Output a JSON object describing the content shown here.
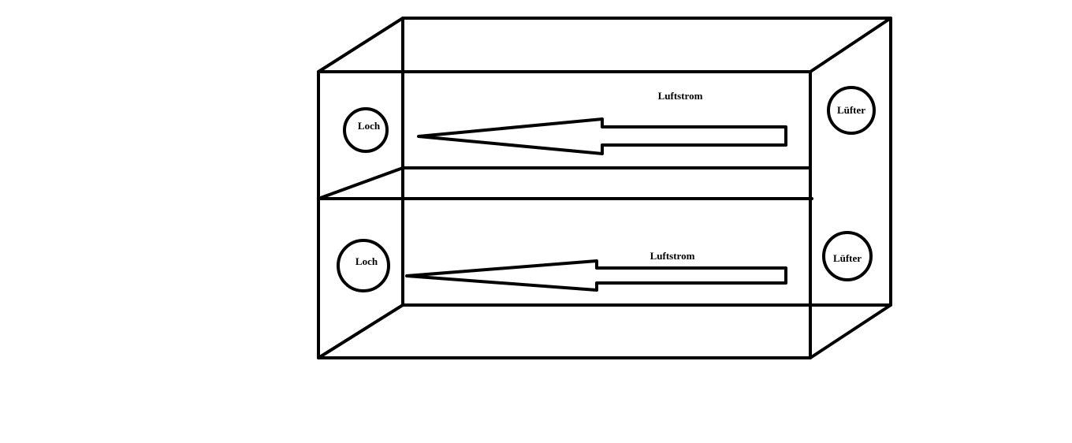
{
  "colors": {
    "background": "#ffffff",
    "ink": "#000000"
  },
  "upper_compartment": {
    "hole_label": "Loch",
    "fan_label": "Lüfter",
    "airflow_label": "Luftstrom"
  },
  "lower_compartment": {
    "hole_label": "Loch",
    "fan_label": "Lüfter",
    "airflow_label": "Luftstrom"
  }
}
